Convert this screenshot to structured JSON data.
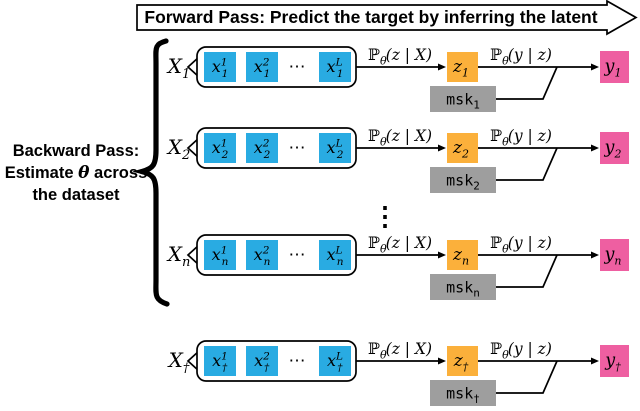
{
  "banner": {
    "text": "Forward Pass: Predict the target by inferring the latent"
  },
  "backward_label": {
    "line1": "Backward Pass:",
    "line2_pre": "Estimate ",
    "theta": "θ",
    "line2_post": " across",
    "line3": "the dataset"
  },
  "prob_latent": {
    "p": "ℙ",
    "theta_sub": "θ",
    "args": "(z | X)"
  },
  "prob_target": {
    "p": "ℙ",
    "theta_sub": "θ",
    "args": "(y | z)"
  },
  "ellipsis_horizontal": "⋯",
  "ellipsis_vertical": "⋮",
  "rows": [
    {
      "x_label": {
        "base": "X",
        "sub": "1"
      },
      "tokens": [
        {
          "base": "x",
          "sup": "1",
          "sub": "1"
        },
        {
          "base": "x",
          "sup": "2",
          "sub": "1"
        },
        {
          "base": "x",
          "sup": "L",
          "sub": "1"
        }
      ],
      "latent": {
        "base": "z",
        "sub": "1"
      },
      "mask": {
        "base": "msk",
        "sub": "1"
      },
      "target": {
        "base": "y",
        "sub": "1"
      }
    },
    {
      "x_label": {
        "base": "X",
        "sub": "2"
      },
      "tokens": [
        {
          "base": "x",
          "sup": "1",
          "sub": "2"
        },
        {
          "base": "x",
          "sup": "2",
          "sub": "2"
        },
        {
          "base": "x",
          "sup": "L",
          "sub": "2"
        }
      ],
      "latent": {
        "base": "z",
        "sub": "2"
      },
      "mask": {
        "base": "msk",
        "sub": "2"
      },
      "target": {
        "base": "y",
        "sub": "2"
      }
    },
    {
      "x_label": {
        "base": "X",
        "sub": "n"
      },
      "tokens": [
        {
          "base": "x",
          "sup": "1",
          "sub": "n"
        },
        {
          "base": "x",
          "sup": "2",
          "sub": "n"
        },
        {
          "base": "x",
          "sup": "L",
          "sub": "n"
        }
      ],
      "latent": {
        "base": "z",
        "sub": "n"
      },
      "mask": {
        "base": "msk",
        "sub": "n"
      },
      "target": {
        "base": "y",
        "sub": "n"
      }
    },
    {
      "x_label": {
        "base": "X",
        "sub": "†"
      },
      "tokens": [
        {
          "base": "x",
          "sup": "1",
          "sub": "†"
        },
        {
          "base": "x",
          "sup": "2",
          "sub": "†"
        },
        {
          "base": "x",
          "sup": "L",
          "sub": "†"
        }
      ],
      "latent": {
        "base": "z",
        "sub": "†"
      },
      "mask": {
        "base": "msk",
        "sub": "†"
      },
      "target": {
        "base": "y",
        "sub": "†"
      }
    }
  ],
  "colors": {
    "token_blue": "#29ABE2",
    "latent_yellow": "#FBB03B",
    "target_pink": "#EE5FA1",
    "mask_gray": "#9E9E9E",
    "line_black": "#000000"
  }
}
